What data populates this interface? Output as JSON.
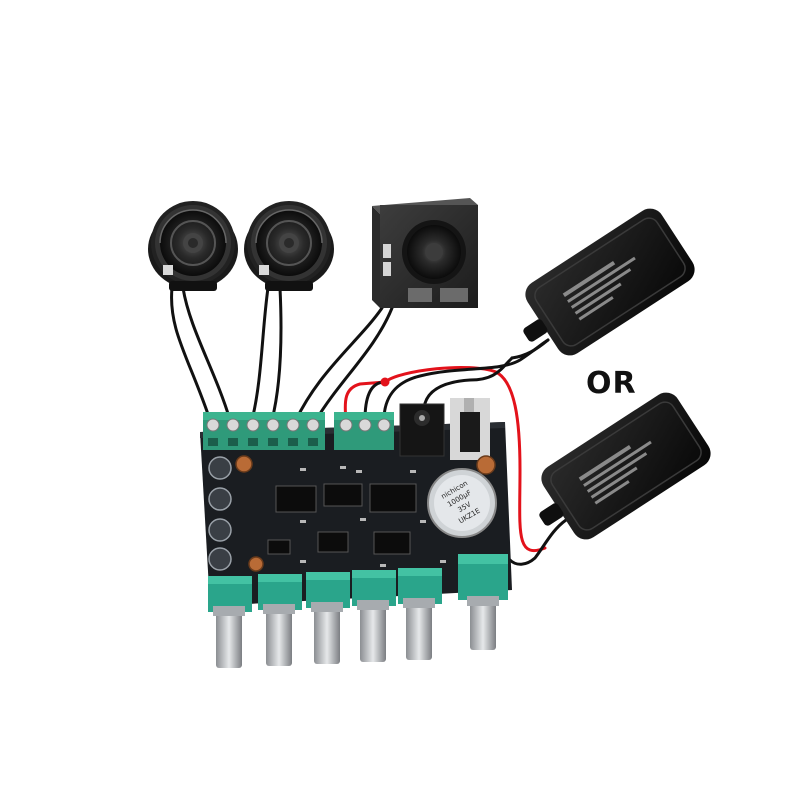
{
  "separator": {
    "or_text": "OR"
  },
  "speakers": {
    "tweeters": [
      {
        "icon": "tweeter-speaker-icon"
      },
      {
        "icon": "tweeter-speaker-icon"
      }
    ],
    "subwoofer": {
      "icon": "subwoofer-cabinet-icon"
    }
  },
  "power": {
    "adapters": [
      {
        "icon": "power-adapter-icon"
      },
      {
        "icon": "power-adapter-icon"
      }
    ],
    "wire_colors": {
      "positive": "#e3121b",
      "negative": "#111111"
    }
  },
  "board": {
    "pcb_color": "#1a1d21",
    "terminal_color": "#2f9a7a",
    "knob_color": "#2aa58b",
    "capacitor_label_lines": [
      "nichicon",
      "1000µF",
      "35V",
      "UKZ1E"
    ],
    "knob_count": 6
  }
}
